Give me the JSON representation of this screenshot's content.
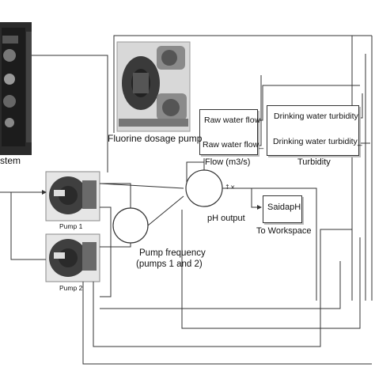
{
  "labels": {
    "system_fragment": "stem",
    "fluorine_pump": "Fluorine dosage pump",
    "raw_flow_1": "Raw water flow",
    "raw_flow_2": "Raw water flow_",
    "flow_caption": "Flow (m3/s)",
    "turbidity_1": "Drinking water turbidity",
    "turbidity_2": "Drinking water turbidity_",
    "turbidity_caption": "Turbidity",
    "ph_output": "pH output",
    "saidaph": "SaidapH",
    "to_workspace": "To Workspace",
    "pump_frequency_line1": "Pump frequency",
    "pump_frequency_line2": "(pumps 1 and 2)",
    "pump1": "Pump 1",
    "pump2": "Pump 2",
    "pump1_badge": "",
    "pump2_badge": ""
  },
  "colors": {
    "line": "#333333",
    "dark_panel": "#2a2a2a",
    "pump_body": "#4a4a4a"
  }
}
